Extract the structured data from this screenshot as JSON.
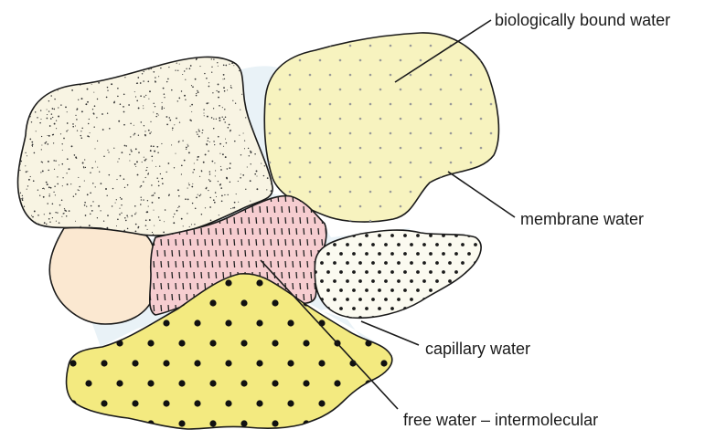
{
  "labels": {
    "biologically_bound_water": "biologically bound water",
    "membrane_water": "membrane water",
    "capillary_water": "capillary water",
    "free_water": "free water – intermolecular"
  },
  "colors": {
    "outline": "#1a1a1a",
    "gap_water": "#e9f2f7",
    "top_left_particle": "#f8f4e3",
    "top_right_particle": "#f7f3bf",
    "left_particle": "#fbe8d1",
    "pink_particle": "#f6cdd0",
    "right_dotted_particle": "#fbfaf0",
    "bottom_particle": "#f3ea80",
    "grey_dots": "#9a9a9a"
  }
}
